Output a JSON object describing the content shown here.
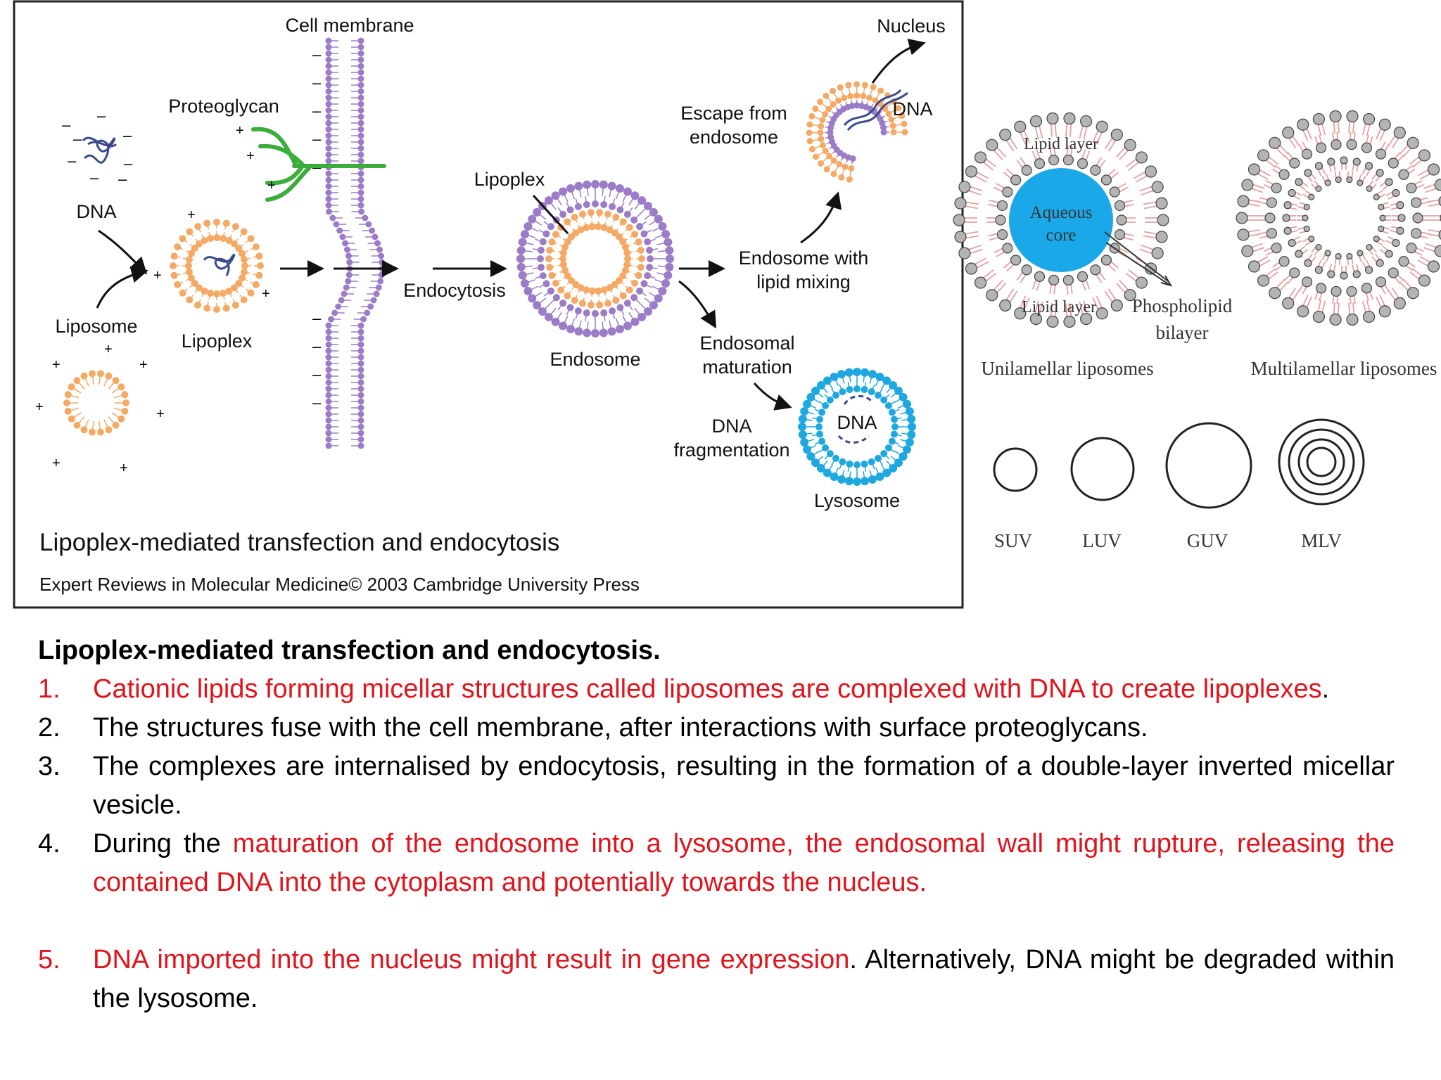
{
  "figure": {
    "labels": {
      "cell_membrane": "Cell membrane",
      "nucleus": "Nucleus",
      "proteoglycan": "Proteoglycan",
      "dna_left": "DNA",
      "liposome": "Liposome",
      "lipoplex_small": "Lipoplex",
      "lipoplex_endo": "Lipoplex",
      "endocytosis": "Endocytosis",
      "endosome": "Endosome",
      "escape_line1": "Escape from",
      "escape_line2": "endosome",
      "dna_escape": "DNA",
      "lipid_mixing_line1": "Endosome with",
      "lipid_mixing_line2": "lipid mixing",
      "maturation_line1": "Endosomal",
      "maturation_line2": "maturation",
      "fragmentation_line1": "DNA",
      "fragmentation_line2": "fragmentation",
      "dna_lysosome": "DNA",
      "lysosome": "Lysosome"
    },
    "title": "Lipoplex-mediated transfection and endocytosis",
    "credit": "Expert Reviews in Molecular Medicine© 2003 Cambridge University Press",
    "colors": {
      "lipid_orange": "#f4a966",
      "membrane_purple": "#9b7cc7",
      "proteoglycan_green": "#3aad3a",
      "lysosome_blue": "#1fa8e0",
      "dna_navy": "#3a4a8c"
    }
  },
  "liposome_types": {
    "lipid_layer_top": "Lipid layer",
    "aqueous_core_line1": "Aqueous",
    "aqueous_core_line2": "core",
    "lipid_layer_bottom": "Lipid layer",
    "phospholipid_line1": "Phospholipid",
    "phospholipid_line2": "bilayer",
    "unilamellar": "Unilamellar liposomes",
    "multilamellar": "Multilamellar liposomes",
    "sizes": [
      "SUV",
      "LUV",
      "GUV",
      "MLV"
    ],
    "colors": {
      "aqueous_core": "#1ba8e8",
      "head": "#9a9a9a",
      "tail": "#e7a0a0"
    }
  },
  "caption": {
    "title": "Lipoplex-mediated transfection and endocytosis.",
    "items": [
      {
        "num": "1.",
        "red": "Cationic lipids forming micellar structures called liposomes are complexed with DNA to create lipoplexes",
        "rest": "."
      },
      {
        "num": "2.",
        "text": "The structures fuse with the cell membrane, after interactions with surface proteoglycans."
      },
      {
        "num": "3.",
        "text": "The complexes are internalised by endocytosis, resulting in the formation of a double-layer inverted micellar vesicle."
      },
      {
        "num": "4.",
        "pre": "During the ",
        "red": "maturation of the endosome into a lysosome, the endosomal wall might rupture, releasing the contained DNA into the cytoplasm and potentially towards the nucleus."
      },
      {
        "num": "5.",
        "red": "DNA imported into the nucleus might result in gene expression",
        "rest": ". Alternatively, DNA might be degraded within the lysosome."
      }
    ],
    "colors": {
      "highlight": "#e0141c"
    }
  }
}
